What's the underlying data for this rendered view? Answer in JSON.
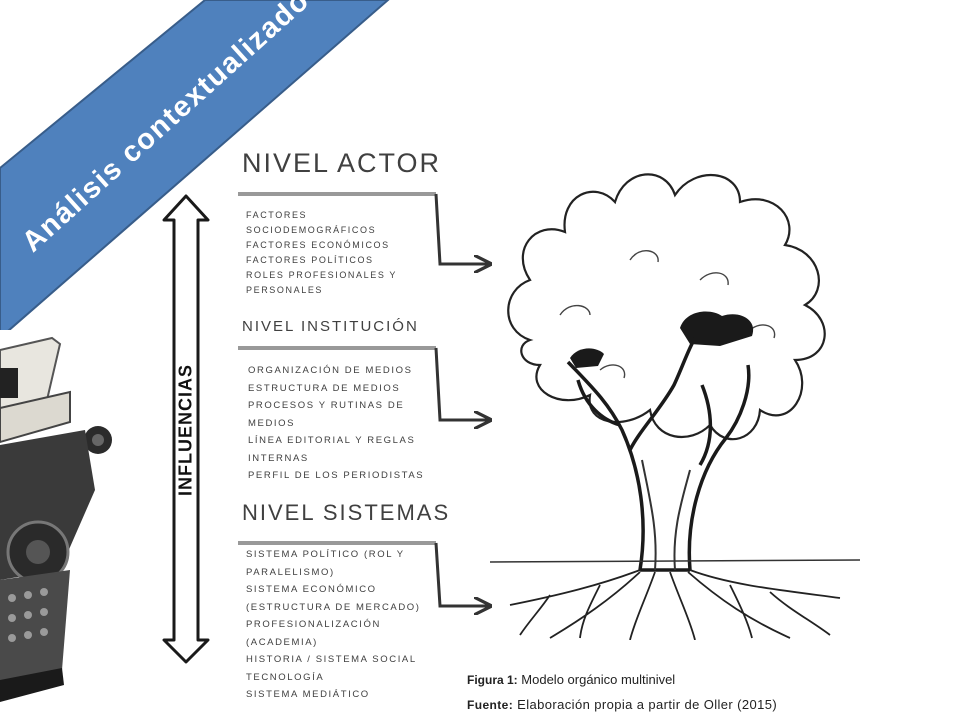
{
  "banner": {
    "title": "Análisis contextualizado",
    "color": "#4F81BD",
    "border": "#385D8A"
  },
  "influences": {
    "label": "INFLUENCIAS"
  },
  "levels": {
    "actor": {
      "heading": "NIVEL ACTOR",
      "items": [
        "FACTORES SOCIODEMOGRÁFICOS",
        "FACTORES ECONÓMICOS",
        "FACTORES POLÍTICOS",
        "ROLES PROFESIONALES Y PERSONALES"
      ]
    },
    "institution": {
      "heading": "NIVEL INSTITUCIÓN",
      "items": [
        "ORGANIZACIÓN DE MEDIOS",
        "ESTRUCTURA DE MEDIOS",
        "PROCESOS Y RUTINAS DE MEDIOS",
        "LÍNEA EDITORIAL Y REGLAS INTERNAS",
        "PERFIL DE LOS PERIODISTAS"
      ]
    },
    "systems": {
      "heading": "NIVEL SISTEMAS",
      "items": [
        "SISTEMA POLÍTICO (ROL Y PARALELISMO)",
        "SISTEMA ECONÓMICO (ESTRUCTURA DE MERCADO)",
        "PROFESIONALIZACIÓN (ACADEMIA)",
        "HISTORIA / SISTEMA SOCIAL",
        "TECNOLOGÍA",
        "SISTEMA MEDIÁTICO"
      ]
    }
  },
  "caption": {
    "figure_label": "Figura 1:",
    "figure_text": " Modelo orgánico multinivel",
    "source_label": "Fuente:",
    "source_text": " Elaboración propia a partir de Oller  (2015)"
  }
}
